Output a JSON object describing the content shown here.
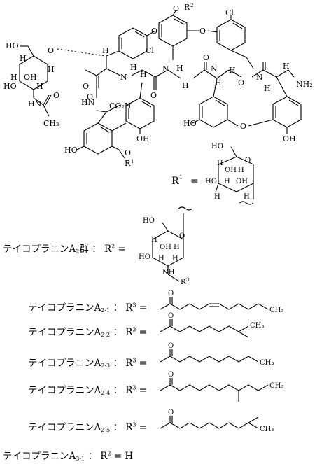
{
  "main_structure": {
    "atoms": {
      "o_r2": "O",
      "r2_label": "R",
      "r2_sup": "2",
      "cl_top": "Cl",
      "cl_mid": "Cl",
      "o_top_left": "O",
      "o_top_right": "O",
      "ho_sugar": "HO",
      "o_sugar": "O",
      "h1": "H",
      "h2": "H",
      "h3": "H",
      "h4": "H",
      "oh_sugar": "OH",
      "ho_sugar2": "HO",
      "nh_sugar": "HN",
      "o_acetyl": "O",
      "ch3_acetyl": "CH₃",
      "h_a": "H",
      "o_a": "O",
      "n_a": "N",
      "h_n_a": "H",
      "h_b": "H",
      "o_b": "O",
      "n_b": "N",
      "h_n_b": "H",
      "h_c": "H",
      "o_c": "O",
      "n_c": "N",
      "h_n_c": "H",
      "h_d": "H",
      "o_d": "O",
      "n_d": "N",
      "h_n_d": "H",
      "h_e": "H",
      "nh2": "NH₂",
      "o_lower": "O",
      "hn_lower": "HN",
      "co2h": "CO₂H",
      "oh_left": "OH",
      "ho_left": "HO",
      "o_r1": "O",
      "r1_label": "R",
      "r1_sup": "1",
      "ho_mid": "HO",
      "o_mid": "O",
      "oh_right": "OH"
    }
  },
  "r1_definition": {
    "label": "R",
    "sup": "1",
    "eq": "=",
    "atoms": {
      "ho": "HO",
      "o": "O",
      "h1": "H",
      "h2": "H",
      "h3": "H",
      "h4": "H",
      "oh1": "OH",
      "ho2": "HO",
      "oh2": "OH",
      "h5": "H"
    }
  },
  "a2_group": {
    "name": "テイコプラニンA",
    "sub": "2",
    "suffix": "群",
    "colon": "：",
    "label": "R",
    "sup": "2",
    "eq": "=",
    "atoms": {
      "ho": "HO",
      "o": "O",
      "h1": "H",
      "h2": "H",
      "h3": "H",
      "h4": "H",
      "oh": "OH",
      "ho2": "HO",
      "nh": "NH",
      "r3": "R",
      "r3_sup": "3"
    }
  },
  "variants": [
    {
      "name": "テイコプラニンA",
      "sub": "2-1",
      "colon": "：",
      "label": "R",
      "sup": "3",
      "eq": "=",
      "o": "O",
      "end": "CH₃"
    },
    {
      "name": "テイコプラニンA",
      "sub": "2-2",
      "colon": "：",
      "label": "R",
      "sup": "3",
      "eq": "=",
      "o": "O",
      "end": "CH₃"
    },
    {
      "name": "テイコプラニンA",
      "sub": "2-3",
      "colon": "：",
      "label": "R",
      "sup": "3",
      "eq": "=",
      "o": "O",
      "end": "CH₃"
    },
    {
      "name": "テイコプラニンA",
      "sub": "2-4",
      "colon": "：",
      "label": "R",
      "sup": "3",
      "eq": "=",
      "o": "O",
      "end": "CH₃"
    },
    {
      "name": "テイコプラニンA",
      "sub": "2-5",
      "colon": "：",
      "label": "R",
      "sup": "3",
      "eq": "=",
      "o": "O",
      "end": "CH₃"
    }
  ],
  "a3_group": {
    "name": "テイコプラニンA",
    "sub": "3-1",
    "colon": "：",
    "label": "R",
    "sup": "2",
    "eq": "=",
    "value": "H"
  }
}
